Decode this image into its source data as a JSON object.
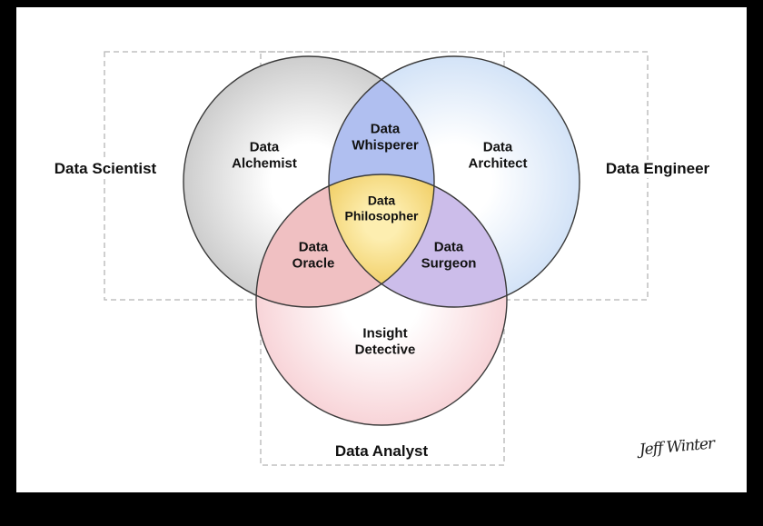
{
  "frame": {
    "background": "#000000",
    "canvas_background": "#ffffff"
  },
  "venn": {
    "outer_labels": {
      "scientist": "Data Scientist",
      "engineer": "Data Engineer",
      "analyst": "Data Analyst"
    },
    "regions": {
      "alchemist": {
        "line1": "Data",
        "line2": "Alchemist"
      },
      "architect": {
        "line1": "Data",
        "line2": "Architect"
      },
      "whisperer": {
        "line1": "Data",
        "line2": "Whisperer"
      },
      "philosopher": {
        "line1": "Data",
        "line2": "Philosopher"
      },
      "oracle": {
        "line1": "Data",
        "line2": "Oracle"
      },
      "surgeon": {
        "line1": "Data",
        "line2": "Surgeon"
      },
      "insight_detective": {
        "line1": "Insight",
        "line2": "Detective"
      }
    },
    "colors": {
      "scientist_circle_center": "#ffffff",
      "scientist_circle_edge": "#cdcdcd",
      "engineer_circle_center": "#ffffff",
      "engineer_circle_edge": "#d3e3f7",
      "analyst_circle_center": "#ffffff",
      "analyst_circle_edge": "#f8d4d8",
      "whisperer_overlap": "#b0bff0",
      "oracle_overlap": "#f0c0c2",
      "surgeon_overlap": "#ccbdea",
      "philosopher_center": "#fdeeb0",
      "philosopher_edge": "#f0cd62",
      "circle_outline": "#3a3a3a",
      "dashed_box": "#b5b5b5"
    }
  },
  "signature": "Jeff Winter"
}
